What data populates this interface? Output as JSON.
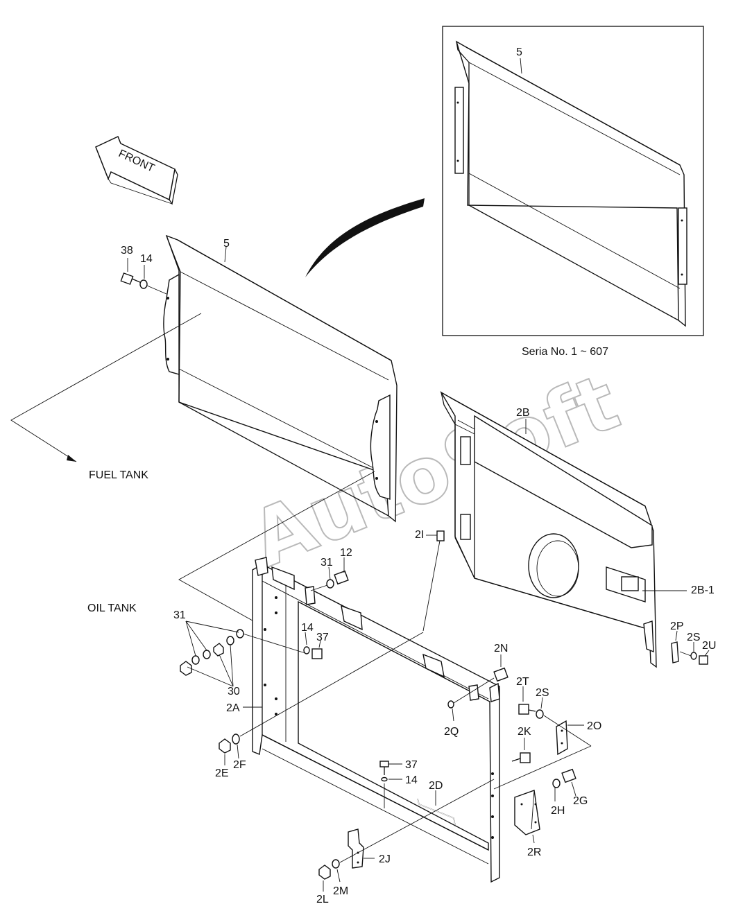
{
  "watermark": "AutoSoft",
  "front_arrow": "FRONT",
  "inset_caption": "Seria No. 1 ~ 607",
  "refs": {
    "fuel_tank": "FUEL TANK",
    "oil_tank": "OIL TANK"
  },
  "callouts": {
    "c5_inset": "5",
    "c5_main": "5",
    "c38": "38",
    "c14_top": "14",
    "c2B": "2B",
    "c2B1": "2B-1",
    "c2I": "2I",
    "c31_top": "31",
    "c12": "12",
    "c31_left": "31",
    "c30": "30",
    "c14_mid": "14",
    "c37_mid": "37",
    "c2A": "2A",
    "c2E": "2E",
    "c2F": "2F",
    "c2N": "2N",
    "c2Q": "2Q",
    "c2T": "2T",
    "c2S_mid": "2S",
    "c2O": "2O",
    "c2K": "2K",
    "c2P": "2P",
    "c2S_right": "2S",
    "c2U": "2U",
    "c37_bot": "37",
    "c14_bot": "14",
    "c2D": "2D",
    "c2H": "2H",
    "c2G": "2G",
    "c2R": "2R",
    "c2J": "2J",
    "c2L": "2L",
    "c2M": "2M"
  }
}
